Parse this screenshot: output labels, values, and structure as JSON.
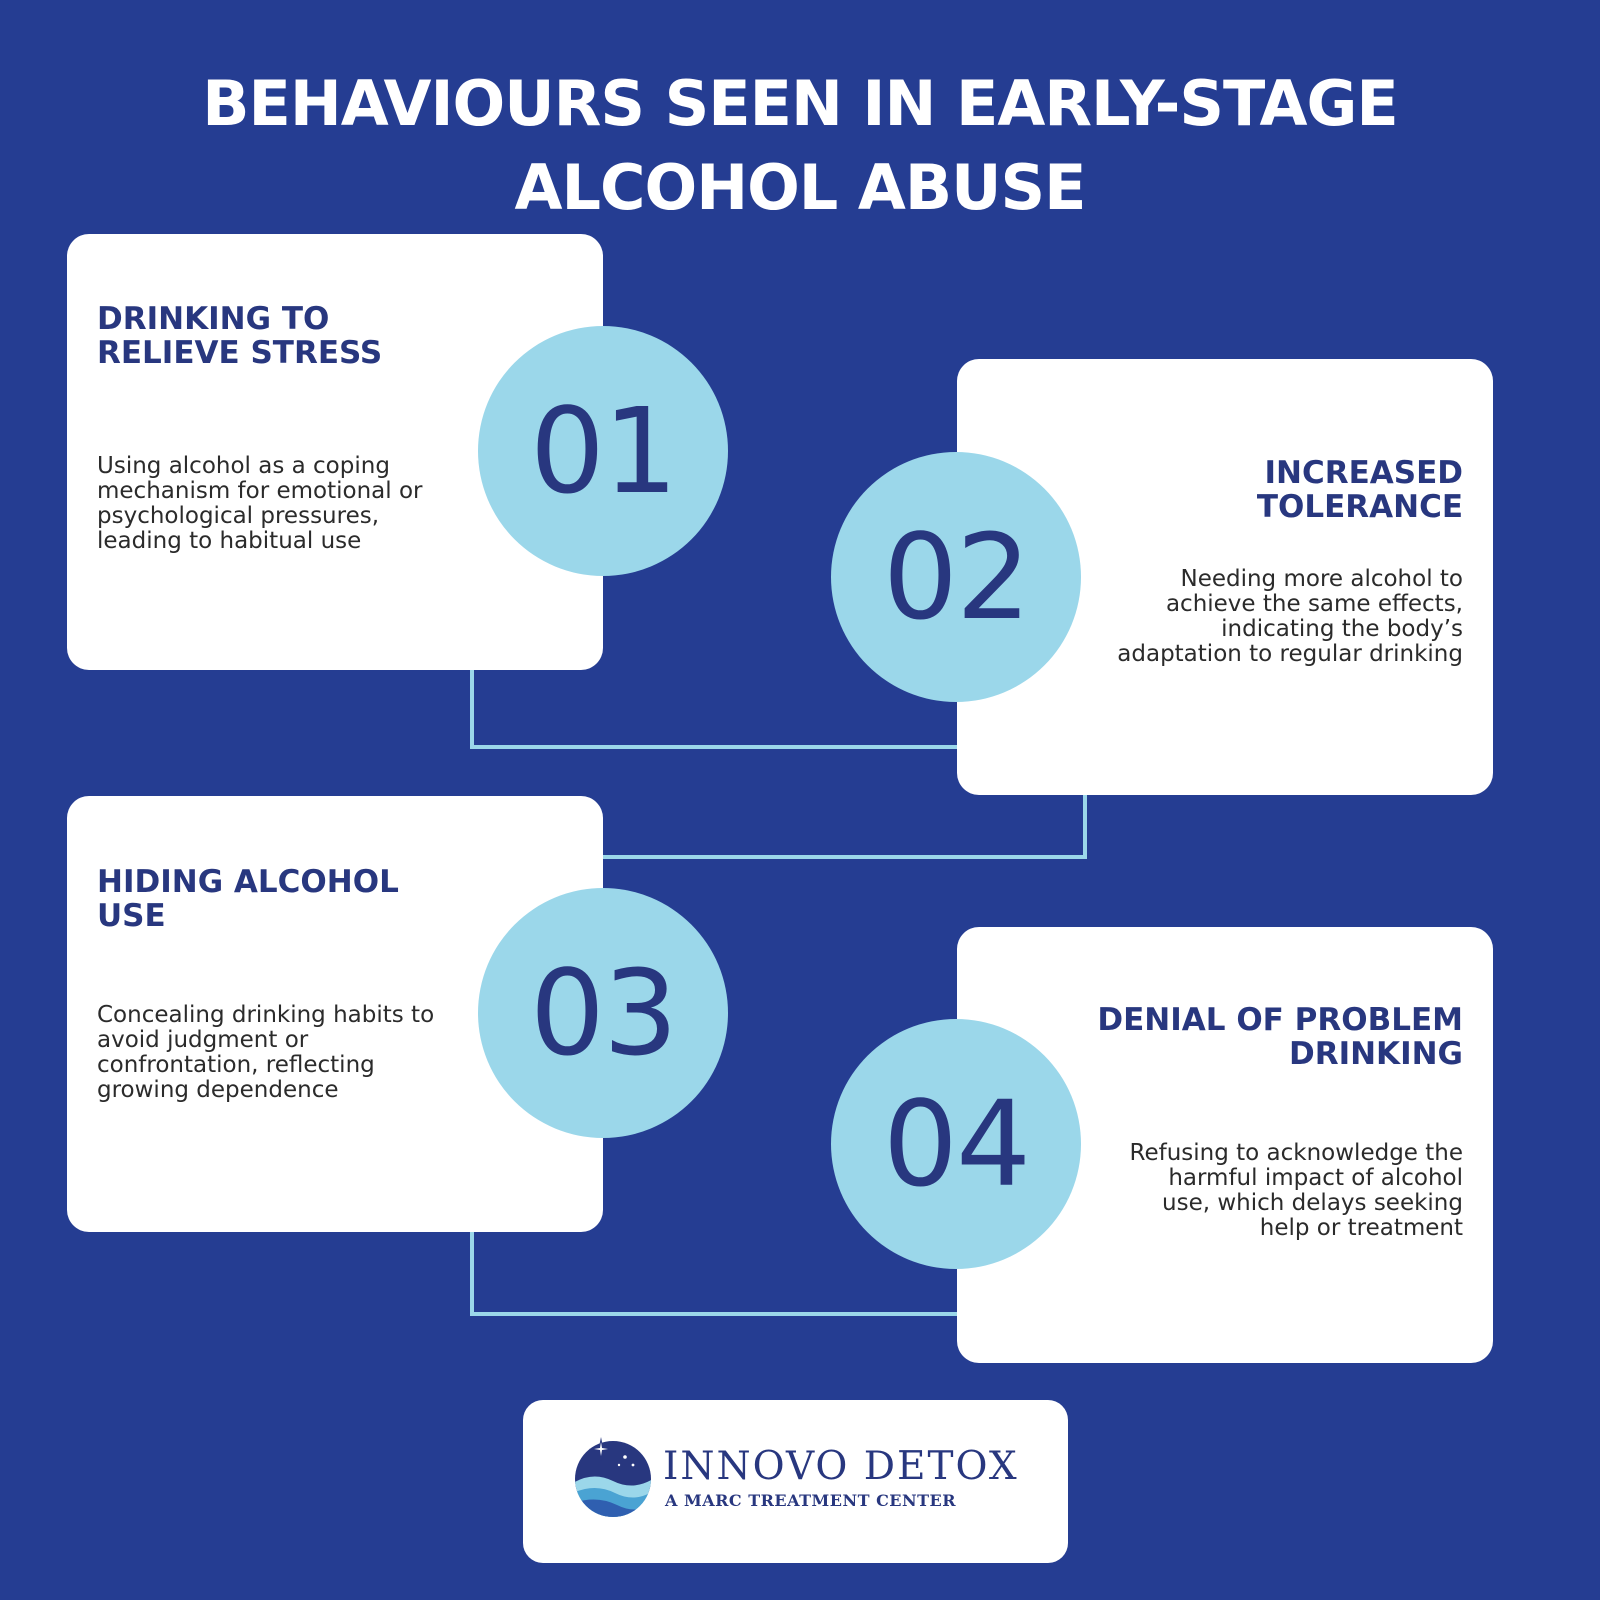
{
  "title": {
    "line1": "BEHAVIOURS SEEN IN EARLY-STAGE",
    "line2": "ALCOHOL ABUSE"
  },
  "colors": {
    "background": "#253d92",
    "card": "#ffffff",
    "circle": "#9bd7ea",
    "accent_text": "#28377f",
    "connector": "#9bd7ea"
  },
  "behaviours": [
    {
      "number": "01",
      "heading_line1": "DRINKING TO",
      "heading_line2": "RELIEVE STRESS",
      "desc": [
        "Using alcohol as a coping",
        "mechanism for emotional or",
        "psychological pressures,",
        "leading to habitual use"
      ]
    },
    {
      "number": "02",
      "heading_line1": "INCREASED",
      "heading_line2": "TOLERANCE",
      "desc": [
        "Needing more alcohol to",
        "achieve the same effects,",
        "indicating the body’s",
        "adaptation to regular drinking"
      ]
    },
    {
      "number": "03",
      "heading_line1": "HIDING ALCOHOL",
      "heading_line2": "USE",
      "desc": [
        "Concealing drinking habits to",
        "avoid judgment or",
        "confrontation, reflecting",
        "growing dependence"
      ]
    },
    {
      "number": "04",
      "heading_line1": "DENIAL OF PROBLEM",
      "heading_line2": "DRINKING",
      "desc": [
        "Refusing to acknowledge the",
        "harmful impact of alcohol",
        "use, which delays seeking",
        "help or treatment"
      ]
    }
  ],
  "logo": {
    "name": "INNOVO DETOX",
    "tagline": "A MARC TREATMENT CENTER",
    "icon": "wave-moon-icon"
  }
}
